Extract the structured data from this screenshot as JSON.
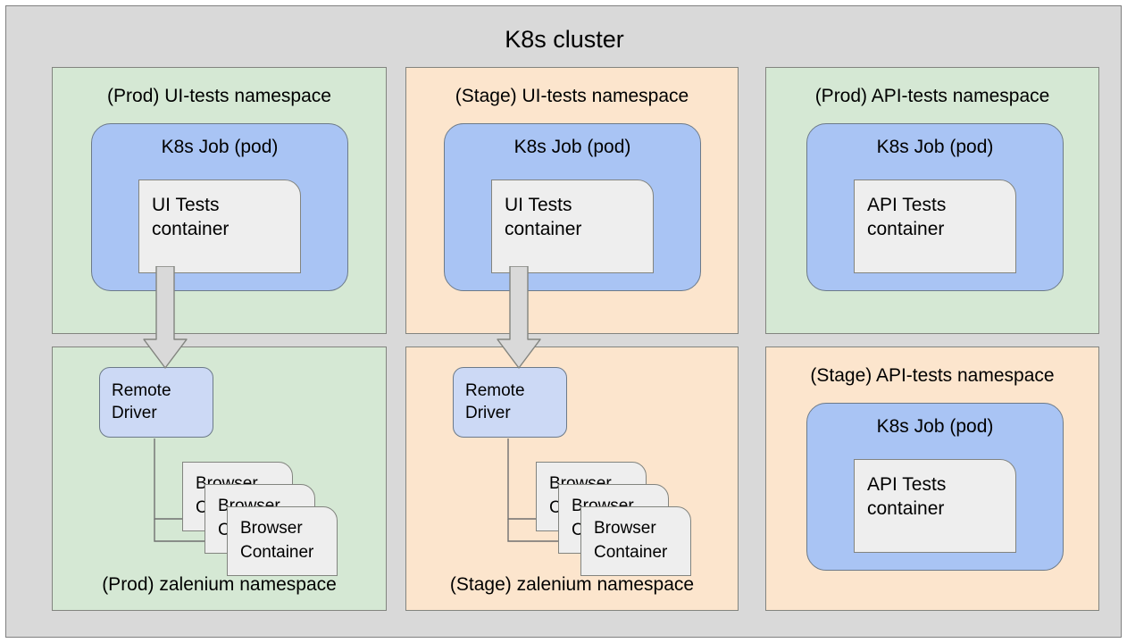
{
  "cluster": {
    "title": "K8s cluster",
    "frame_color": "#d9d9d9",
    "border_color": "#808080"
  },
  "palette": {
    "green": "#d5e8d4",
    "orange": "#fce5cd",
    "pod_blue": "#a9c4f4",
    "driver_blue": "#ccd9f5",
    "container_gray": "#eeeeee",
    "arrow_gray": "#d9d9d9",
    "line_gray": "#82847f"
  },
  "namespaces": [
    {
      "id": "prod-ui-tests",
      "title": "(Prod) UI-tests namespace",
      "title_position": "top",
      "color": "green",
      "pod": {
        "title": "K8s Job (pod)",
        "container": {
          "label": "UI Tests\ncontainer"
        }
      }
    },
    {
      "id": "stage-ui-tests",
      "title": "(Stage) UI-tests namespace",
      "title_position": "top",
      "color": "orange",
      "pod": {
        "title": "K8s Job (pod)",
        "container": {
          "label": "UI Tests\ncontainer"
        }
      }
    },
    {
      "id": "prod-api-tests",
      "title": "(Prod) API-tests namespace",
      "title_position": "top",
      "color": "green",
      "pod": {
        "title": "K8s Job (pod)",
        "container": {
          "label": "API Tests\ncontainer"
        }
      }
    },
    {
      "id": "prod-zalenium",
      "title": "(Prod) zalenium namespace",
      "title_position": "bottom",
      "color": "green",
      "remote_driver": {
        "label": "Remote\nDriver"
      },
      "browser_containers": [
        {
          "label": "Browser\nContainer"
        },
        {
          "label": "Browser\nContainer"
        },
        {
          "label": "Browser\nContainer"
        }
      ]
    },
    {
      "id": "stage-zalenium",
      "title": "(Stage) zalenium namespace",
      "title_position": "bottom",
      "color": "orange",
      "remote_driver": {
        "label": "Remote\nDriver"
      },
      "browser_containers": [
        {
          "label": "Browser\nContainer"
        },
        {
          "label": "Browser\nContainer"
        },
        {
          "label": "Browser\nContainer"
        }
      ]
    },
    {
      "id": "stage-api-tests",
      "title": "(Stage) API-tests namespace",
      "title_position": "top",
      "color": "orange",
      "pod": {
        "title": "K8s Job (pod)",
        "container": {
          "label": "API Tests\ncontainer"
        }
      }
    }
  ]
}
